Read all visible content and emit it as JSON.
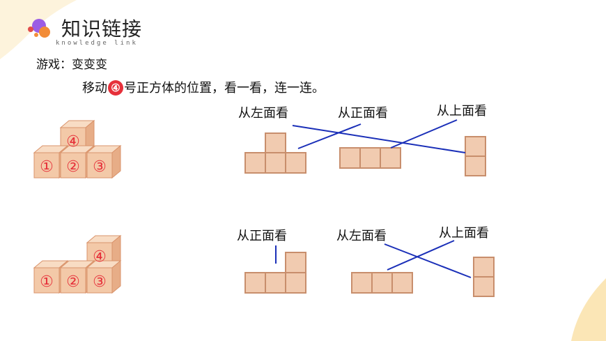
{
  "header": {
    "title": "知识链接",
    "subtitle": "knowledge link"
  },
  "game_title": "游戏：变变变",
  "instruction": {
    "before": "移动",
    "number": "④",
    "after": "号正方体的位置，看一看，连一连。"
  },
  "example1": {
    "cube_labels": [
      "①",
      "②",
      "③",
      "④"
    ],
    "view_labels": [
      "从左面看",
      "从正面看",
      "从上面看"
    ]
  },
  "example2": {
    "cube_labels": [
      "①",
      "②",
      "③",
      "④"
    ],
    "view_labels": [
      "从正面看",
      "从左面看",
      "从上面看"
    ]
  },
  "colors": {
    "cube_front": "#f3c9a8",
    "cube_side": "#e7ad87",
    "cube_top": "#f8dcc4",
    "cube_edge": "#d9936b",
    "cube_number": "#e6303a",
    "view_fill": "#f1cbb0",
    "view_stroke": "#c88e6c",
    "match_line": "#1a2fb8",
    "dot_purple": "#9b5de5",
    "dot_orange": "#f28c38",
    "dot_red": "#e24c4c"
  }
}
